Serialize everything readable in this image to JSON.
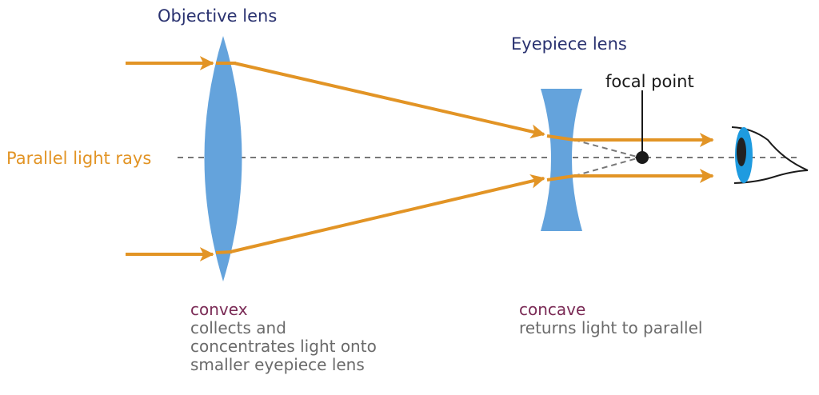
{
  "labels": {
    "objective_lens": "Objective lens",
    "eyepiece_lens": "Eyepiece lens",
    "focal_point": "focal point",
    "parallel_rays": "Parallel light rays"
  },
  "objective": {
    "type": "convex",
    "description": [
      "collects and",
      "concentrates light onto",
      "smaller eyepiece lens"
    ]
  },
  "eyepiece": {
    "type": "concave",
    "description": [
      "returns light to parallel"
    ]
  },
  "colors": {
    "lens": "#64a3dc",
    "ray": "#e29425",
    "axis": "#777777",
    "title": "#2a3270",
    "lens_type": "#7a2a55",
    "description": "#6a6a6a",
    "eye_iris": "#1e9be0",
    "eye_pupil": "#222222"
  }
}
